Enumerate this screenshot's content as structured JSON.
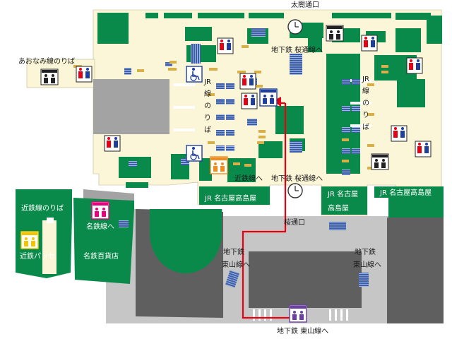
{
  "colors": {
    "concourse": "#fbf6d7",
    "building_green": "#0a8a4a",
    "dark_gray": "#5f5f5f",
    "mid_gray": "#a3a3a3",
    "light_gray": "#c6c6c6",
    "stairs": "#3c5fa8",
    "escalator": "#d8b04a",
    "route": "#e60012",
    "restroom_male": "#1f3fa0",
    "restroom_female": "#e60012",
    "restroom_multi": "#6b3fa0",
    "restroom_pink": "#e6007e",
    "restroom_orange": "#f08c1e",
    "restroom_yellow": "#f2c500",
    "accessible": "#1f3fa0"
  },
  "labels": {
    "taiko_dori": "太閤通口",
    "sakura_dori_exit": "桜通口",
    "aonami_platform": "あおなみ線のりば",
    "jr_platform_left": "JR線のりば",
    "jr_platform_right": "JR線のりば",
    "subway_sakura_top": "地下鉄 桜通線へ",
    "subway_sakura_mid": "地下鉄 桜通線へ",
    "kintetsu_to": "近鉄線へ",
    "jr_takashimaya_left": "JR 名古屋高島屋",
    "jr_takashimaya_mid_1": "JR 名古屋",
    "jr_takashimaya_mid_2": "高島屋",
    "jr_takashimaya_right": "JR 名古屋高島屋",
    "kintetsu_platform": "近鉄線のりば",
    "kintetsu_passe": "近鉄パッセ",
    "meitetsu_to": "名鉄線へ",
    "meitetsu_dept": "名鉄百貨店",
    "subway_higashiyama_left_1": "地下鉄",
    "subway_higashiyama_left_2": "東山線へ",
    "subway_higashiyama_right_1": "地下鉄",
    "subway_higashiyama_right_2": "東山線へ",
    "subway_higashiyama_bottom": "地下鉄 東山線へ"
  },
  "icons": [
    "clock-icon",
    "restroom-icon",
    "accessible-restroom-icon",
    "route-arrow-icon"
  ]
}
